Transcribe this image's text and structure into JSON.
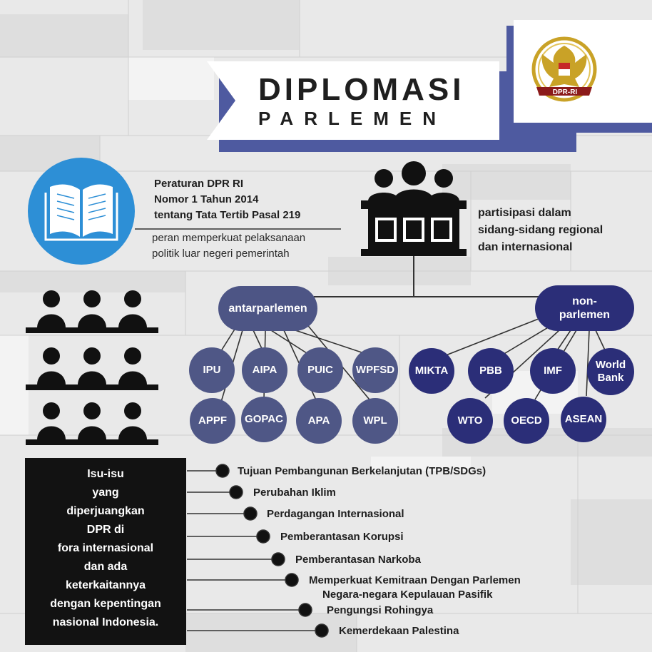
{
  "title": {
    "main": "DIPLOMASI",
    "sub": "PARLEMEN"
  },
  "logo": {
    "icon": "garuda-emblem-icon",
    "label": "DPR-RI"
  },
  "regulation": {
    "lines": [
      "Peraturan DPR RI",
      "Nomor 1 Tahun 2014",
      "tentang Tata Tertib Pasal 219"
    ],
    "description": [
      "peran memperkuat pelaksanaan",
      "politik luar negeri pemerintah"
    ],
    "icon": "open-book-icon"
  },
  "participation": {
    "lines": [
      "partisipasi dalam",
      "sidang-sidang regional",
      "dan internasional"
    ],
    "icon": "parliament-podium-icon"
  },
  "branches": {
    "inter": {
      "label": "antarparlemen",
      "color": "#4d5585",
      "orgs": [
        "IPU",
        "AIPA",
        "PUIC",
        "WPFSD",
        "APPF",
        "GOPAC",
        "APA",
        "WPL"
      ]
    },
    "non": {
      "label_lines": [
        "non-",
        "parlemen"
      ],
      "color": "#2b2e78",
      "orgs": [
        "MIKTA",
        "PBB",
        "IMF",
        "World Bank",
        "WTO",
        "OECD",
        "ASEAN"
      ]
    }
  },
  "issues": {
    "box_lines": [
      "Isu-isu",
      "yang",
      "diperjuangkan",
      "DPR di",
      "fora internasional",
      "dan ada",
      "keterkaitannya",
      "dengan kepentingan",
      "nasional Indonesia."
    ],
    "items": [
      "Tujuan Pembangunan Berkelanjutan (TPB/SDGs)",
      "Perubahan Iklim",
      "Perdagangan Internasional",
      "Pemberantasan Korupsi",
      "Pemberantasan Narkoba",
      "Memperkuat Kemitraan Dengan Parlemen",
      "Negara-negara Kepulauan Pasifik",
      "Pengungsi Rohingya",
      "Kemerdekaan Palestina"
    ]
  },
  "colors": {
    "accent_blue": "#2d8fd6",
    "navy": "#2b2e78",
    "slate": "#4d5585",
    "frame": "#4e5aa0",
    "dark": "#121212"
  }
}
